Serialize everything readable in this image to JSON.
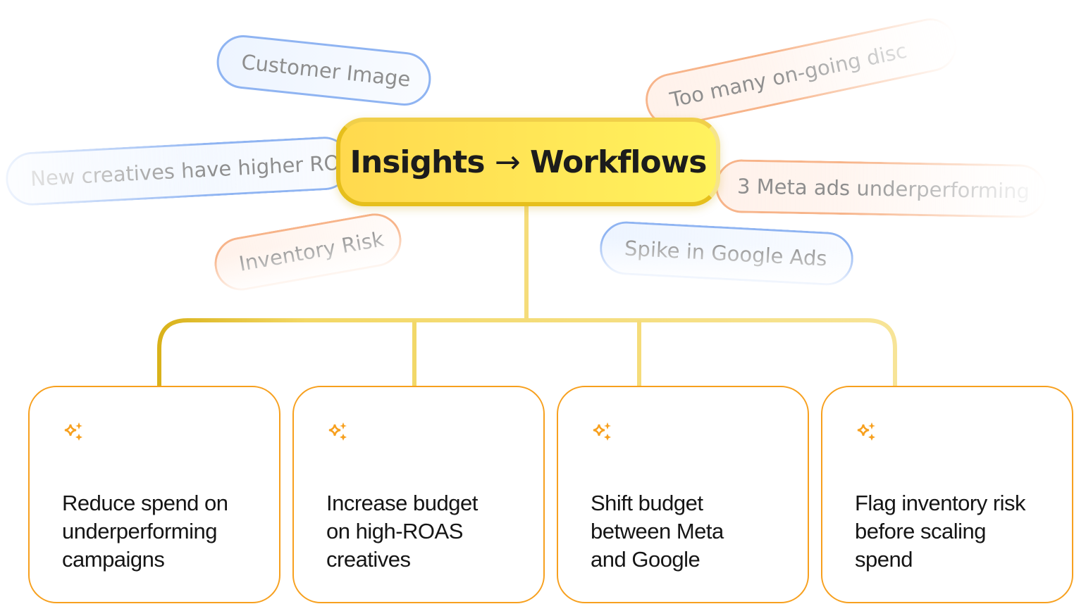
{
  "title": {
    "left": "Insights",
    "arrow": "→",
    "right": "Workflows"
  },
  "insight_pills": [
    {
      "label": "Customer Image",
      "color": "blue"
    },
    {
      "label": "New creatives have higher RO",
      "color": "blue"
    },
    {
      "label": "Inventory Risk",
      "color": "orange"
    },
    {
      "label": "Too many on-going disc",
      "color": "orange"
    },
    {
      "label": "3 Meta ads underperforming",
      "color": "orange"
    },
    {
      "label": "Spike in Google Ads",
      "color": "blue"
    }
  ],
  "workflow_cards": [
    {
      "icon": "sparkle-icon",
      "text": "Reduce spend on underperforming campaigns"
    },
    {
      "icon": "sparkle-icon",
      "text": "Increase budget on high-ROAS creatives"
    },
    {
      "icon": "sparkle-icon",
      "text": "Shift budget between Meta and Google"
    },
    {
      "icon": "sparkle-icon",
      "text": "Flag inventory risk before scaling spend"
    }
  ],
  "colors": {
    "accent_orange": "#f7a01e",
    "title_yellow": "#ffe352",
    "connector": "#f5dc7a",
    "pill_blue": "#8fb4f2",
    "pill_orange": "#f7b48a"
  }
}
